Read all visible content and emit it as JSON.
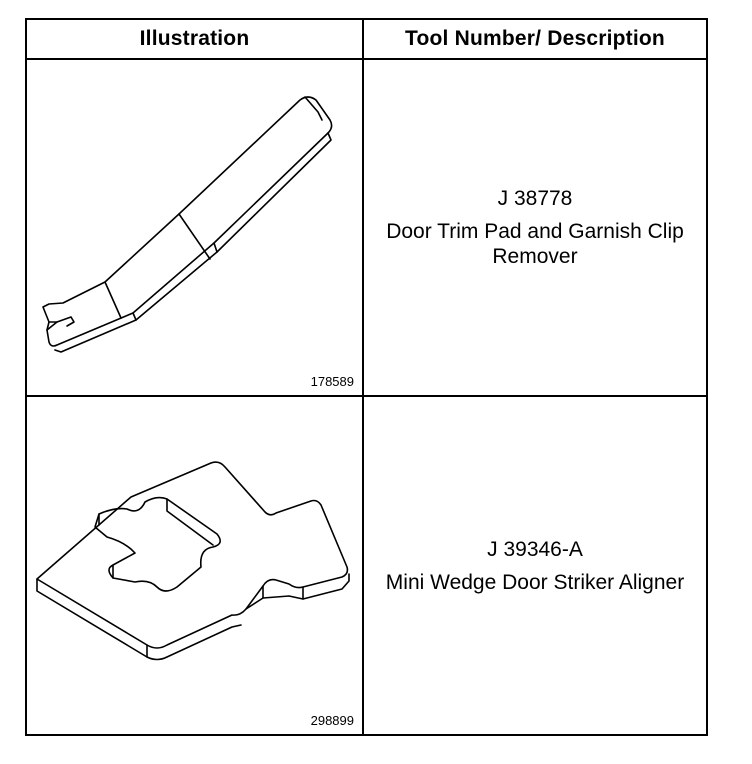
{
  "table": {
    "headers": {
      "illustration": "Illustration",
      "tool": "Tool Number/ Description"
    },
    "rows": [
      {
        "figure_number": "178589",
        "tool_number": "J 38778",
        "description": "Door Trim Pad and Garnish Clip Remover",
        "icon": "trim-pad-clip-remover-tool-icon"
      },
      {
        "figure_number": "298899",
        "tool_number": "J 39346-A",
        "description": "Mini Wedge Door Striker Aligner",
        "icon": "door-striker-aligner-tool-icon"
      }
    ]
  }
}
